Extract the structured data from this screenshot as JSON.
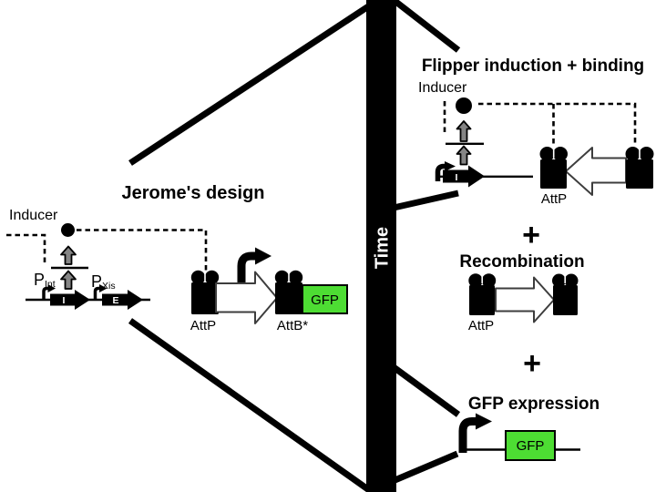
{
  "jerome_panel": {
    "title": "Jerome's design",
    "inducer_label": "Inducer",
    "promoter_int": {
      "main": "P",
      "sub": "Int"
    },
    "promoter_xis": {
      "main": "P",
      "sub": "Xis"
    },
    "gene_int": "I",
    "gene_xis": "E",
    "attp_label": "AttP",
    "attb_label": "AttB*",
    "gfp_label": "GFP"
  },
  "time_axis": {
    "label": "Time"
  },
  "flipper_panel": {
    "title": "Flipper induction + binding",
    "inducer_label": "Inducer",
    "gene_int": "I",
    "attp_label": "AttP"
  },
  "plus_1": "+",
  "recombination_panel": {
    "title": "Recombination",
    "attp_label": "AttP"
  },
  "plus_2": "+",
  "gfp_panel": {
    "title": "GFP expression",
    "gfp_label": "GFP"
  },
  "colors": {
    "gfp_green": "#4ddd33",
    "arrow_gray": "#858585",
    "ink_black": "#000000",
    "white": "#ffffff"
  }
}
